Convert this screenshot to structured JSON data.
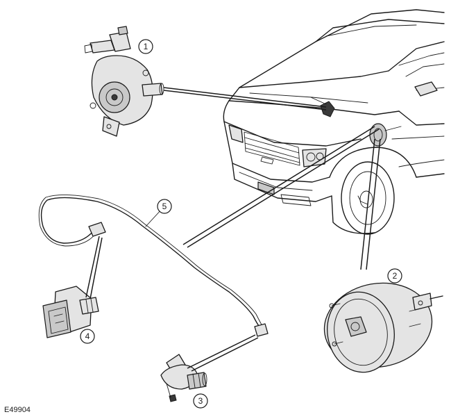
{
  "figure_code": "E49904",
  "callouts": [
    {
      "id": "1"
    },
    {
      "id": "2"
    },
    {
      "id": "3"
    },
    {
      "id": "4"
    },
    {
      "id": "5"
    }
  ],
  "colors": {
    "ink": "#1a1a1a",
    "fill_light": "#e4e4e4",
    "fill_mid": "#c9c9c9",
    "background": "#ffffff"
  },
  "icons": [
    "vacuum-pump",
    "brake-booster",
    "vacuum-sensor",
    "electrical-connector",
    "harness",
    "vehicle"
  ]
}
